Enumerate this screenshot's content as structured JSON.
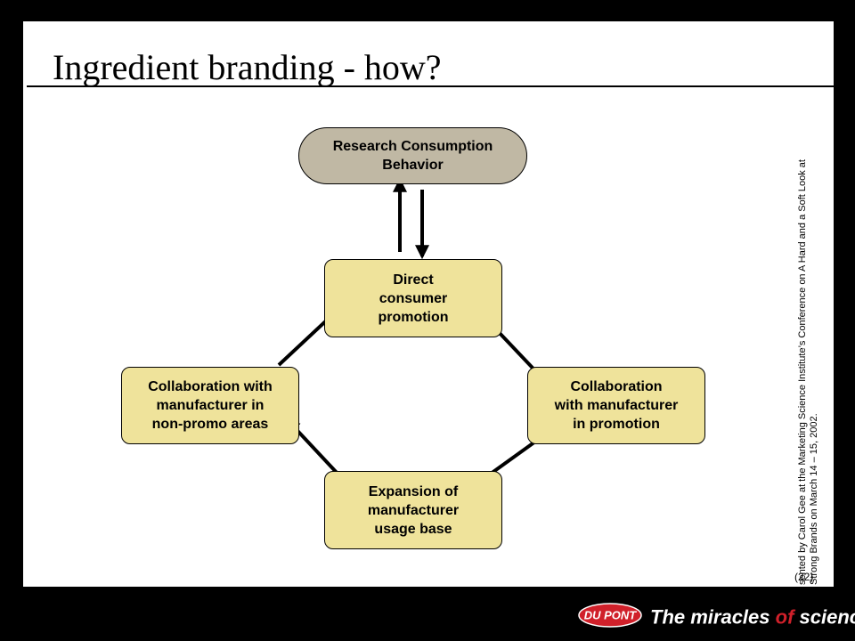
{
  "slide": {
    "title": "Ingredient branding - how?",
    "page_number": "(22)",
    "side_note_line1": "sented by Carol Gee  at the Marketing Science Institute’s Conference on A Hard and a Soft Look at",
    "side_note_line2": "Strong Brands on  March 14 – 15, 2002."
  },
  "diagram": {
    "nodes": {
      "research": "Research Consumption\nBehavior",
      "direct": "Direct\nconsumer\npromotion",
      "collab_non_promo": "Collaboration with\nmanufacturer in\nnon-promo areas",
      "collab_promo": "Collaboration\nwith manufacturer\nin promotion",
      "expansion": "Expansion of\nmanufacturer\nusage base"
    },
    "colors": {
      "node_fill": "#efe39b",
      "top_node_fill": "#c0b8a4",
      "arrow": "#000000"
    }
  },
  "footer": {
    "logo_text": "DU PONT",
    "tagline_part1": "The miracles ",
    "tagline_part2": "of",
    "tagline_part3": " science",
    "trademark": "™",
    "background": "#000000",
    "logo_color": "#d0202a"
  }
}
